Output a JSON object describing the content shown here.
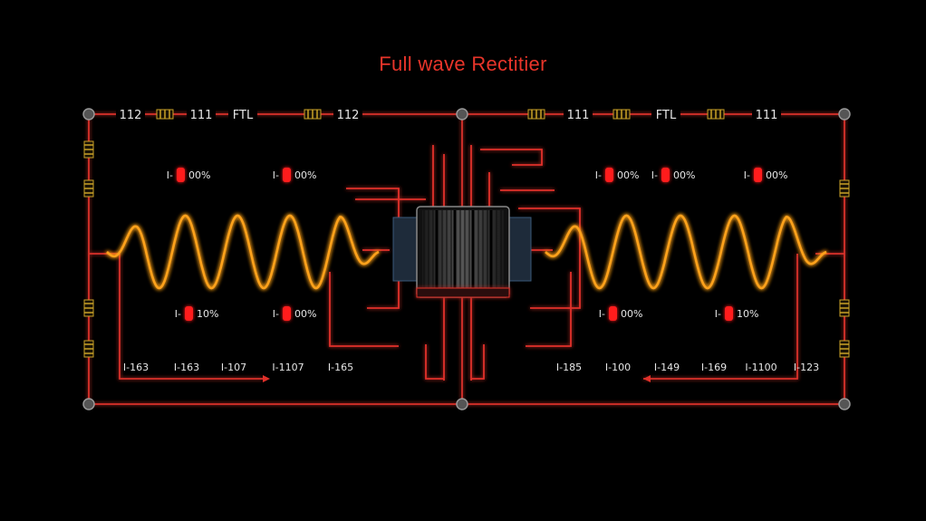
{
  "title": "Full wave Rectitier",
  "colors": {
    "background": "#000000",
    "wire": "#d8302a",
    "glow": "#ff2a1a",
    "wave": "#ffa21a",
    "label": "#e6e6e6",
    "resistor": "#c9a227",
    "title": "#e8352a"
  },
  "top_rail_labels": [
    "112",
    "111",
    "FTL",
    "112",
    "111",
    "FTL",
    "111"
  ],
  "upper_readings": [
    "I- 00%",
    "I- 00%",
    "I- 00%",
    "I- 00%",
    "I- 00%"
  ],
  "lower_readings": [
    "I- 10%",
    "I- 00%",
    "I- 00%",
    "I- 10%"
  ],
  "bottom_left_readings": [
    "I-163",
    "I-163",
    "I-107",
    "I-1107",
    "I-165"
  ],
  "bottom_right_readings": [
    "I-185",
    "I-100",
    "I-149",
    "I-169",
    "I-1100",
    "I-123"
  ],
  "icons": {
    "transformer": "transformer-icon",
    "resistor": "resistor-icon",
    "led": "led-icon",
    "node": "node-dot-icon"
  }
}
